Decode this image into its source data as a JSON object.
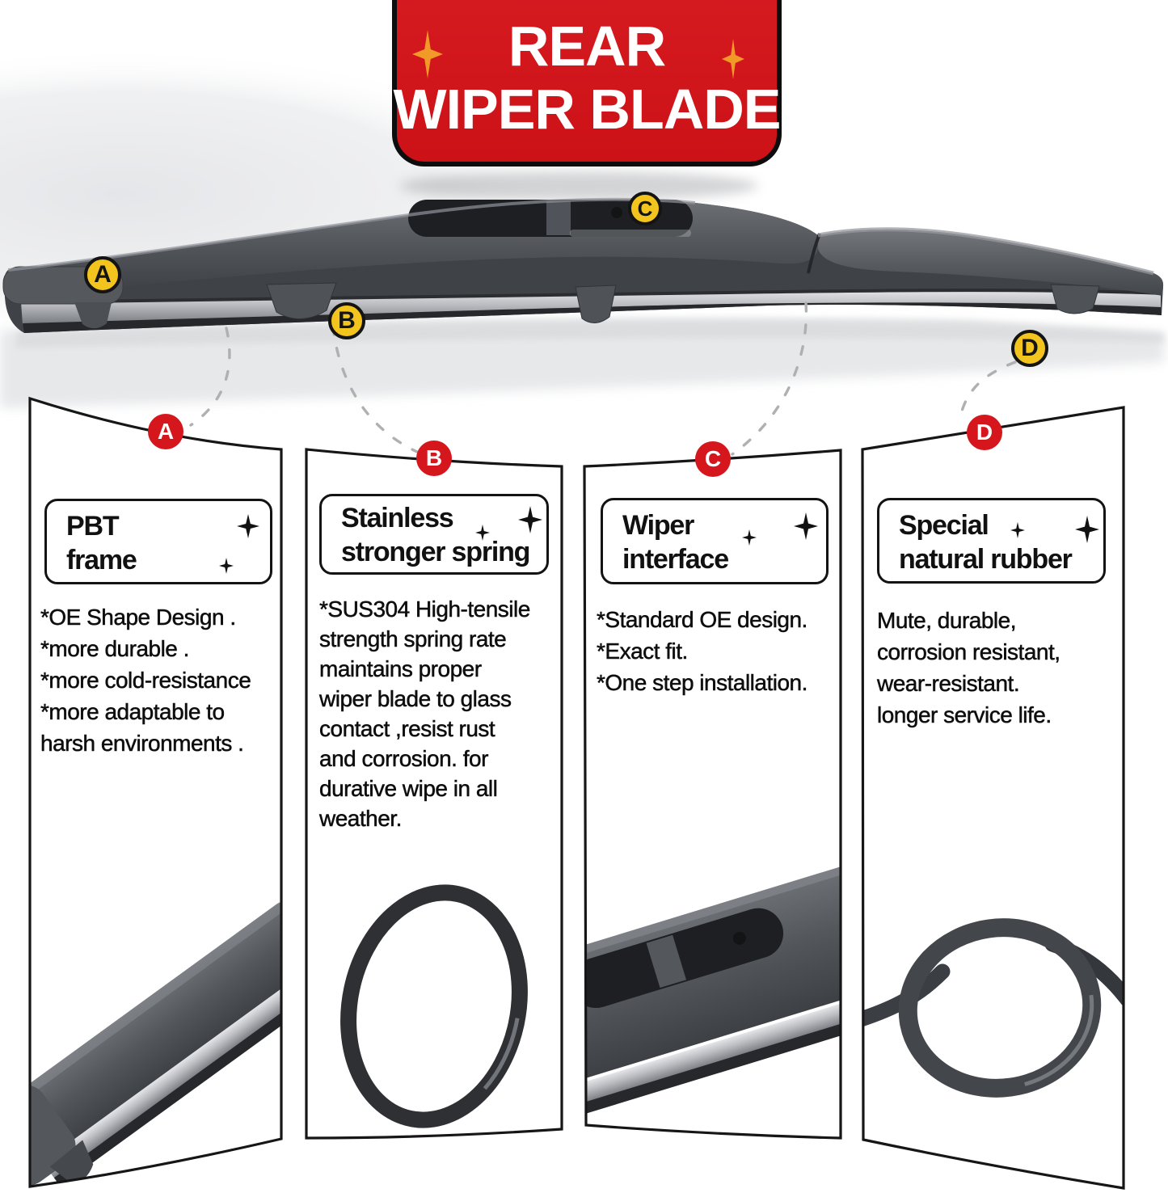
{
  "banner": {
    "line1": "REAR",
    "line2": "WIPER BLADE",
    "background_color": "#d21419",
    "border_color": "#0d0d0d",
    "text_color": "#ffffff",
    "sparkle_color": "#f29a27"
  },
  "blade_markers": [
    "A",
    "B",
    "C",
    "D"
  ],
  "marker_style": {
    "fill": "#f3c41e",
    "border": "#141414"
  },
  "badge_style": {
    "fill": "#d5161d",
    "text": "#ffffff"
  },
  "panels": [
    {
      "badge": "A",
      "title_lines": [
        "PBT",
        "frame"
      ],
      "body_lines": [
        "*OE Shape Design .",
        "*more durable .",
        "*more cold-resistance",
        "*more adaptable to",
        "harsh environments ."
      ],
      "image": "blade-frame-tip-photo"
    },
    {
      "badge": "B",
      "title_lines": [
        "Stainless",
        "stronger spring"
      ],
      "body_lines": [
        "*SUS304 High-tensile",
        "strength spring rate",
        "maintains proper",
        "wiper blade to glass",
        "contact ,resist rust",
        "and corrosion. for",
        "durative wipe in all",
        "weather."
      ],
      "image": "spring-steel-loop-photo"
    },
    {
      "badge": "C",
      "title_lines": [
        "Wiper",
        "interface"
      ],
      "body_lines": [
        "*Standard OE design.",
        "*Exact fit.",
        "*One step installation."
      ],
      "image": "wiper-interface-closeup-photo"
    },
    {
      "badge": "D",
      "title_lines": [
        "Special",
        "natural rubber"
      ],
      "body_lines": [
        "Mute, durable,",
        "corrosion resistant,",
        "wear-resistant.",
        "longer service life."
      ],
      "image": "rubber-strip-loop-photo"
    }
  ]
}
